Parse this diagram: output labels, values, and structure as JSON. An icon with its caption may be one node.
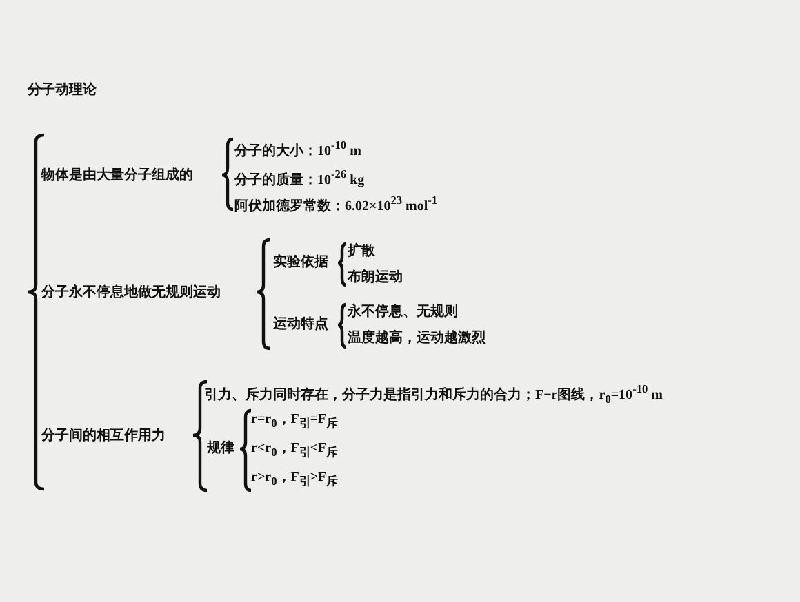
{
  "diagram": {
    "title": "分子动理论",
    "labels": [
      "物体是由大量分子组成的",
      "分子的大小：10$^{-10}$ m",
      "分子的质量：10$^{-26}$ kg",
      "阿伏加德罗常数：6.02×10$^{23}$ mol$^{-1}$",
      "分子永不停息地做无规则运动",
      "实验依据",
      "扩散",
      "布朗运动",
      "运动特点",
      "永不停息、无规则",
      "温度越高，运动越激烈",
      "分子间的相互作用力",
      "引力、斥力同时存在，分子力是指引力和斥力的合力；F−r图线，r$_{0}$=10$^{-10}$ m",
      "规律",
      "r=r$_{0}$，F$_{引}$=F$_{斥}$",
      "r<r$_{0}$，F$_{引}$<F$_{斥}$",
      "r>r$_{0}$，F$_{引}$>F$_{斥}$"
    ]
  }
}
